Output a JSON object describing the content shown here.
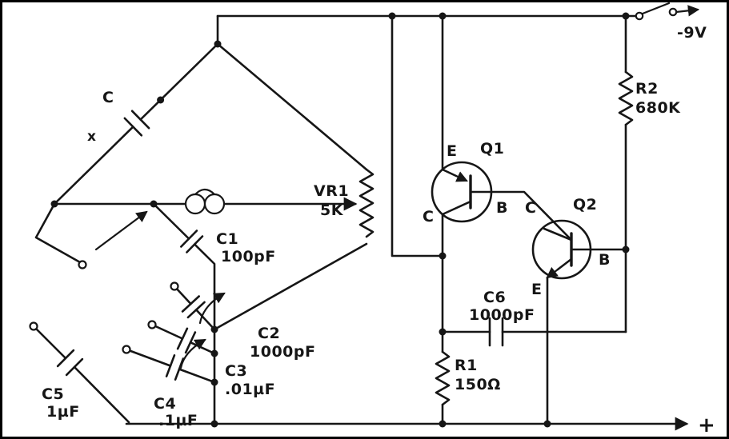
{
  "power": {
    "negative_supply": "-9V",
    "positive_rail": "+"
  },
  "components": {
    "bridge_cap": {
      "name": "C",
      "marker": "x"
    },
    "vr1": {
      "name": "VR1",
      "value": "5K"
    },
    "c1": {
      "name": "C1",
      "value": "100pF"
    },
    "c2": {
      "name": "C2",
      "value": "1000pF"
    },
    "c3": {
      "name": "C3",
      "value": ".01µF"
    },
    "c4": {
      "name": "C4",
      "value": ".1µF"
    },
    "c5": {
      "name": "C5",
      "value": "1µF"
    },
    "c6": {
      "name": "C6",
      "value": "1000pF"
    },
    "r1": {
      "name": "R1",
      "value": "150Ω"
    },
    "r2": {
      "name": "R2",
      "value": "680K"
    },
    "q1": {
      "name": "Q1",
      "emitter": "E",
      "base": "B",
      "collector": "C"
    },
    "q2": {
      "name": "Q2",
      "emitter": "E",
      "base": "B",
      "collector": "C"
    }
  }
}
